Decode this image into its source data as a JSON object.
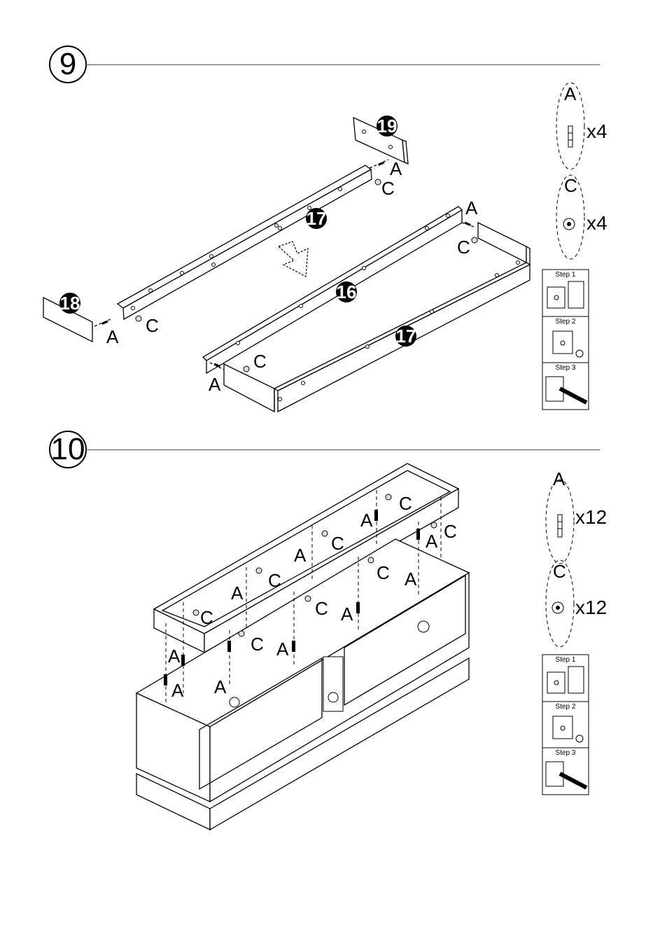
{
  "steps": [
    {
      "number": "9",
      "parts": [
        "19",
        "17",
        "18",
        "16",
        "17"
      ],
      "labels": {
        "a": "A",
        "c": "C"
      },
      "hardware": [
        {
          "letter": "A",
          "quantity": "x4",
          "icon": "cam-bolt-icon"
        },
        {
          "letter": "C",
          "quantity": "x4",
          "icon": "cam-lock-icon"
        }
      ],
      "instructions": [
        "Step 1",
        "Step 2",
        "Step 3"
      ]
    },
    {
      "number": "10",
      "labels": {
        "a": "A",
        "c": "C"
      },
      "hardware": [
        {
          "letter": "A",
          "quantity": "x12",
          "icon": "cam-bolt-icon"
        },
        {
          "letter": "C",
          "quantity": "x12",
          "icon": "cam-lock-icon"
        }
      ],
      "instructions": [
        "Step 1",
        "Step 2",
        "Step 3"
      ]
    }
  ]
}
